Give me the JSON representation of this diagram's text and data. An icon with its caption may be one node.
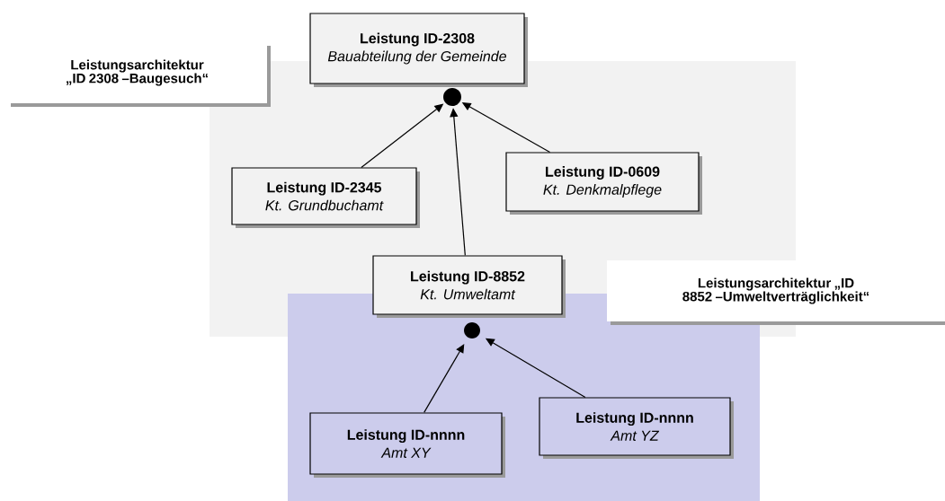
{
  "diagram": {
    "nodes": [
      {
        "text": [
          "Leistungsarchitektur „ID 2308 –Baugesuch“"
        ]
      },
      {
        "text": [
          "Leistung ID-2308",
          "Bauabteilung der Gemeinde"
        ]
      },
      {
        "text": [],
        "shape": "circle"
      },
      {
        "text": [
          "Leistung ID-2345",
          "Kt. Grundbuchamt"
        ]
      },
      {
        "text": [
          "Leistung ID-0609",
          "Kt. Denkmalpflege"
        ]
      },
      {
        "text": [
          "Leistung ID-8852",
          "Kt. Umweltamt"
        ]
      },
      {
        "text": [
          "Leistungsarchitektur „ID 8852 –Umweltverträglichkeit“"
        ]
      },
      {
        "text": [],
        "shape": "circle"
      },
      {
        "text": [
          "Leistung ID-nnnn",
          "Amt XY"
        ]
      },
      {
        "text": [
          "Leistung ID-nnnn",
          "Amt YZ"
        ]
      }
    ],
    "edges": [
      {
        "from": 3,
        "to": 2,
        "arrow": "to"
      },
      {
        "from": 5,
        "to": 2,
        "arrow": "to"
      },
      {
        "from": 4,
        "to": 2,
        "arrow": "to"
      },
      {
        "from": 8,
        "to": 7,
        "arrow": "to"
      },
      {
        "from": 9,
        "to": 7,
        "arrow": "to"
      }
    ]
  }
}
